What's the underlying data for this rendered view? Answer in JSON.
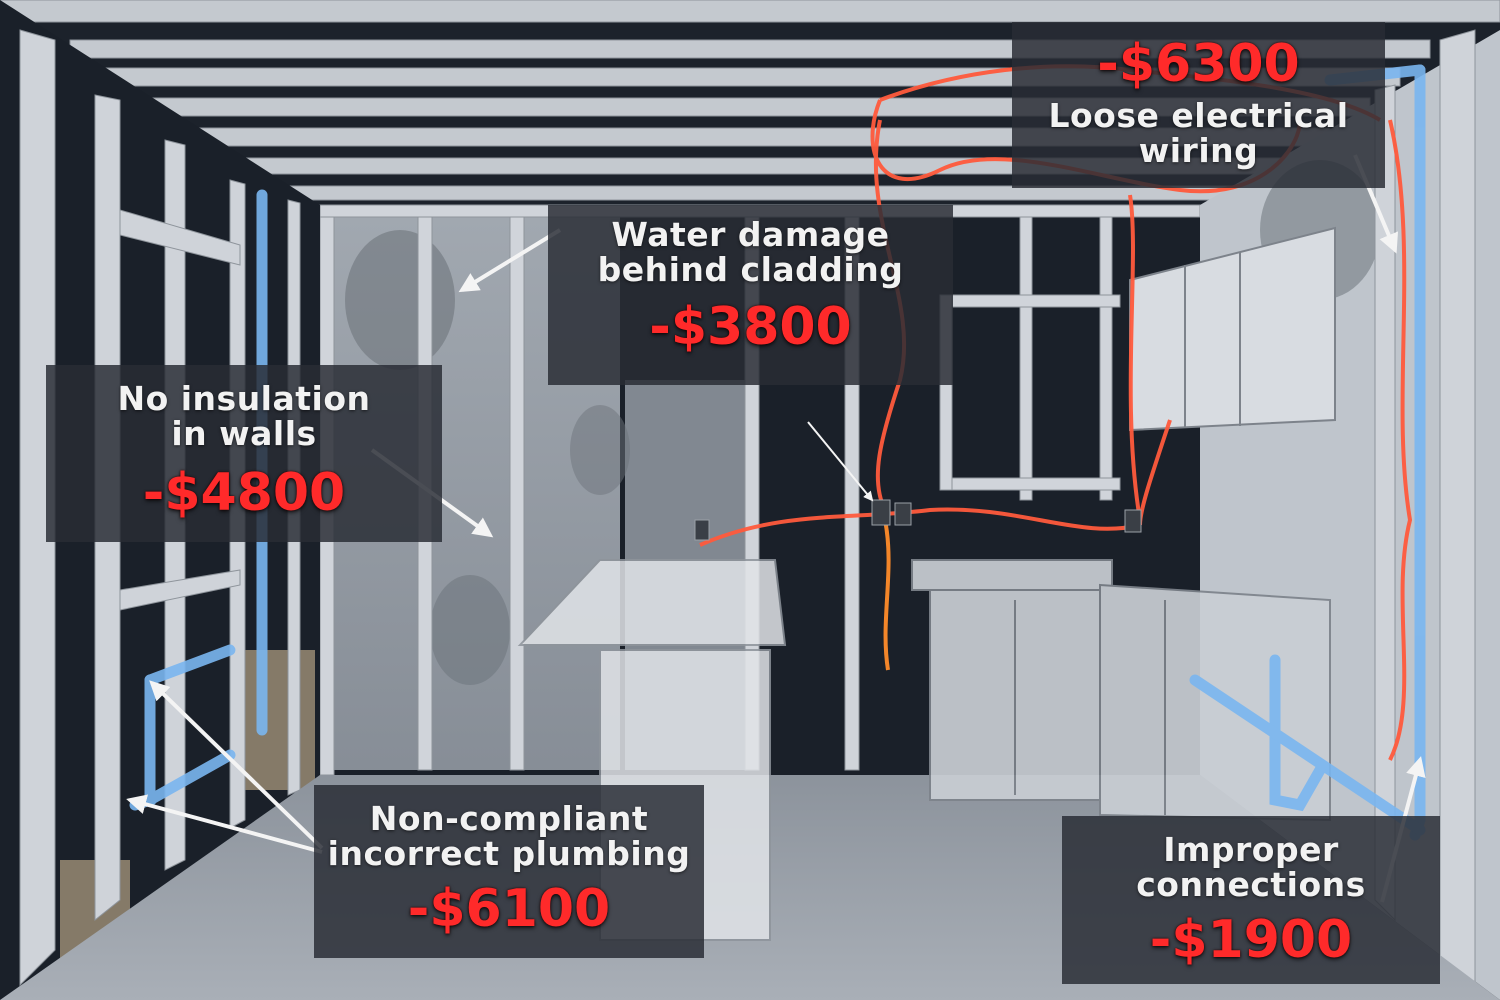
{
  "callouts": {
    "wiring": {
      "label": "Loose electrical wiring",
      "label_line1": "Loose electrical",
      "label_line2": "wiring",
      "cost": "-$6300"
    },
    "water": {
      "label": "Water damage behind cladding",
      "label_line1": "Water damage",
      "label_line2": "behind cladding",
      "cost": "-$3800"
    },
    "insulation": {
      "label": "No insulation in walls",
      "label_line1": "No insulation",
      "label_line2": "in walls",
      "cost": "-$4800"
    },
    "plumbing": {
      "label": "Non-compliant incorrect plumbing",
      "label_line1": "Non-compliant",
      "label_line2": "incorrect plumbing",
      "cost": "-$6100"
    },
    "connections": {
      "label": "Improper connections",
      "label_line1": "Improper",
      "label_line2": "connections",
      "cost": "-$1900"
    }
  },
  "colors": {
    "cost_red": "#ff2a2a",
    "wire_red": "#ff5a3c",
    "pipe_blue": "#7ab6f0",
    "frame_gray": "#c8ccd2",
    "callout_bg": "#2c3038"
  }
}
